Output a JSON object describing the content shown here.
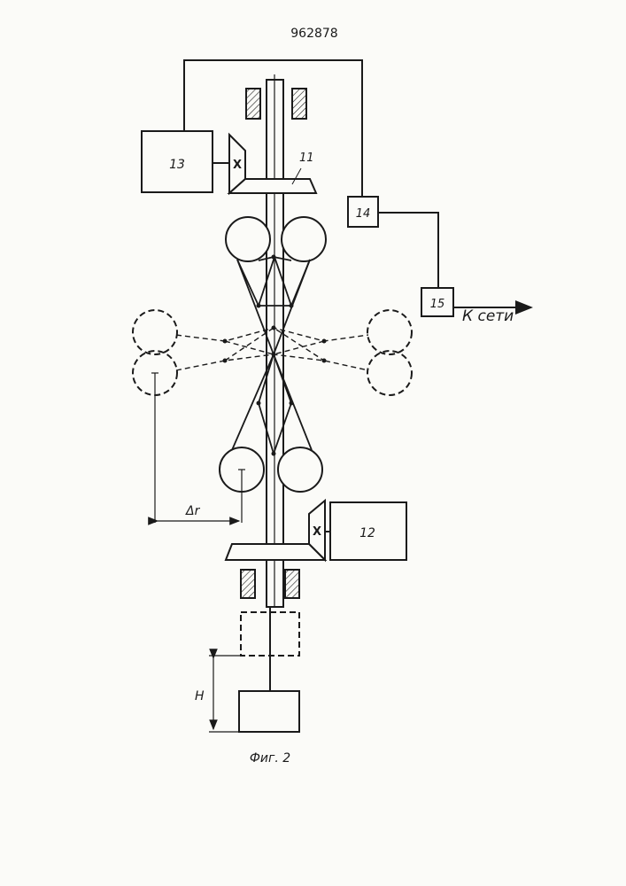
{
  "patent_number": "962878",
  "labels": {
    "block_13": "13",
    "block_12": "12",
    "block_14": "14",
    "block_15": "15",
    "gear_11": "11",
    "clutch_top": "X",
    "clutch_bottom": "X",
    "output_label": "К сети",
    "delta_r": "Δr",
    "height": "H",
    "figure_caption": "Фиг. 2"
  },
  "colors": {
    "ink": "#1a1a1a",
    "paper": "#fbfbf8"
  }
}
